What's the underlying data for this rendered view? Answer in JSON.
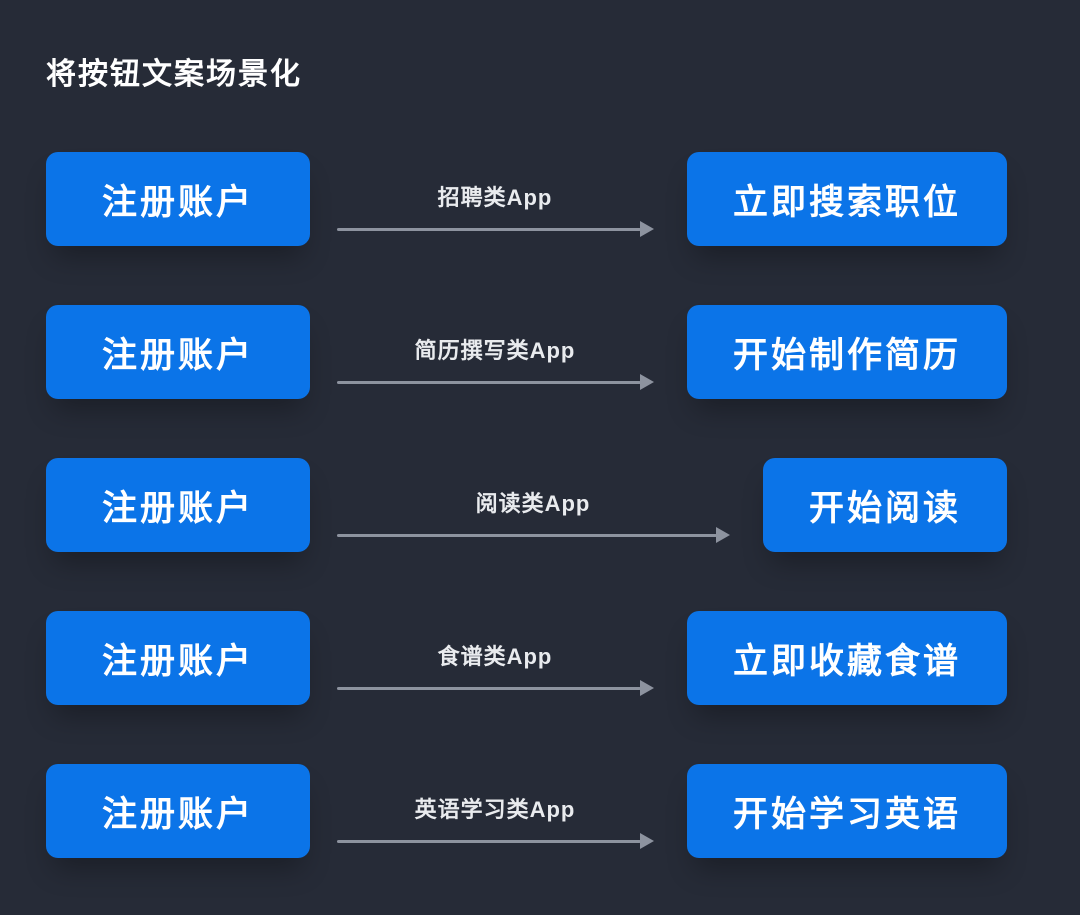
{
  "title": "将按钮文案场景化",
  "colors": {
    "background": "#262b37",
    "button_blue": "#0b74e8",
    "button_text": "#ffffff",
    "title_text": "#ffffff",
    "arrow_label_text": "#e9ebee",
    "arrow_gray": "#8d939f"
  },
  "rows": [
    {
      "source_button": "注册账户",
      "arrow_label": "招聘类App",
      "target_button": "立即搜索职位"
    },
    {
      "source_button": "注册账户",
      "arrow_label": "简历撰写类App",
      "target_button": "开始制作简历"
    },
    {
      "source_button": "注册账户",
      "arrow_label": "阅读类App",
      "target_button": "开始阅读"
    },
    {
      "source_button": "注册账户",
      "arrow_label": "食谱类App",
      "target_button": "立即收藏食谱"
    },
    {
      "source_button": "注册账户",
      "arrow_label": "英语学习类App",
      "target_button": "开始学习英语"
    }
  ]
}
